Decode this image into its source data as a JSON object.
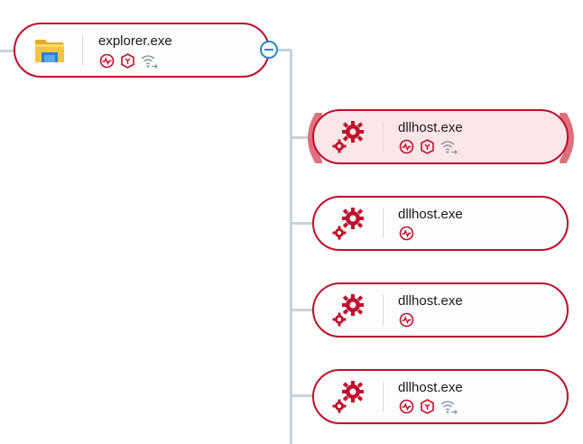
{
  "root": {
    "name": "explorer.exe",
    "icon": "folder-icon",
    "badges": [
      "activity-icon",
      "shield-icon",
      "network-icon"
    ],
    "collapse_control": "collapse-icon"
  },
  "children": [
    {
      "name": "dllhost.exe",
      "icon": "gears-icon",
      "selected": true,
      "badges": [
        "activity-icon",
        "shield-icon",
        "network-icon"
      ]
    },
    {
      "name": "dllhost.exe",
      "icon": "gears-icon",
      "selected": false,
      "badges": [
        "activity-icon"
      ]
    },
    {
      "name": "dllhost.exe",
      "icon": "gears-icon",
      "selected": false,
      "badges": [
        "activity-icon"
      ]
    },
    {
      "name": "dllhost.exe",
      "icon": "gears-icon",
      "selected": false,
      "badges": [
        "activity-icon",
        "shield-icon",
        "network-icon"
      ]
    }
  ],
  "colors": {
    "node_border": "#c0102c",
    "selected_fill": "#fde6e8",
    "connector": "#c7d3da",
    "collapse_accent": "#2e86c1",
    "badge_red": "#c0102c",
    "badge_gray": "#8a9aa3"
  }
}
